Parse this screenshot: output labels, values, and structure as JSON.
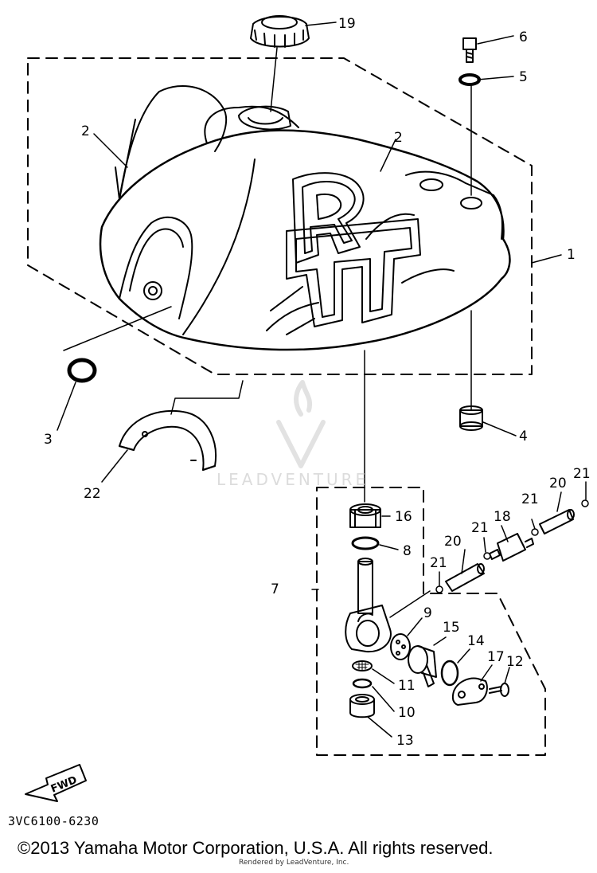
{
  "diagram": {
    "code": "3VC6100-6230",
    "copyright": "©2013 Yamaha Motor Corporation, U.S.A. All rights reserved.",
    "rendered_by": "Rendered by LeadVenture, Inc.",
    "watermark": "LEADVENTURE",
    "fwd_label": "FWD",
    "tank_letters": [
      "R",
      "T"
    ],
    "callouts": [
      "19",
      "6",
      "5",
      "2",
      "2",
      "1",
      "3",
      "4",
      "22",
      "16",
      "8",
      "7",
      "20",
      "21",
      "21",
      "18",
      "21",
      "20",
      "21",
      "9",
      "15",
      "14",
      "17",
      "12",
      "11",
      "10",
      "13"
    ]
  }
}
